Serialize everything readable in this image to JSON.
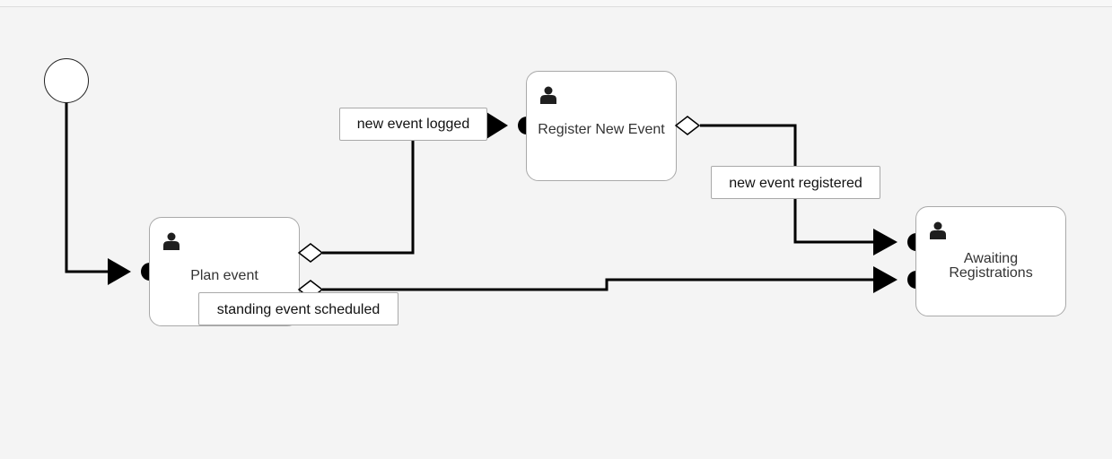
{
  "diagram": {
    "tasks": {
      "plan_event": {
        "label": "Plan event",
        "icon": "user-icon"
      },
      "register_new_event": {
        "label": "Register New Event",
        "icon": "user-icon"
      },
      "awaiting_registrations": {
        "label_line1": "Awaiting",
        "label_line2": "Registrations",
        "icon": "user-icon"
      }
    },
    "flows": {
      "new_event_logged": {
        "label": "new event logged"
      },
      "new_event_registered": {
        "label": "new event registered"
      },
      "standing_event_scheduled": {
        "label": "standing event scheduled"
      }
    },
    "start_event": {
      "icon": "start-circle"
    },
    "colors": {
      "background": "#f4f4f4",
      "line": "#000000",
      "port": "#e0e0e0",
      "task_border": "#a9a9a9"
    }
  }
}
